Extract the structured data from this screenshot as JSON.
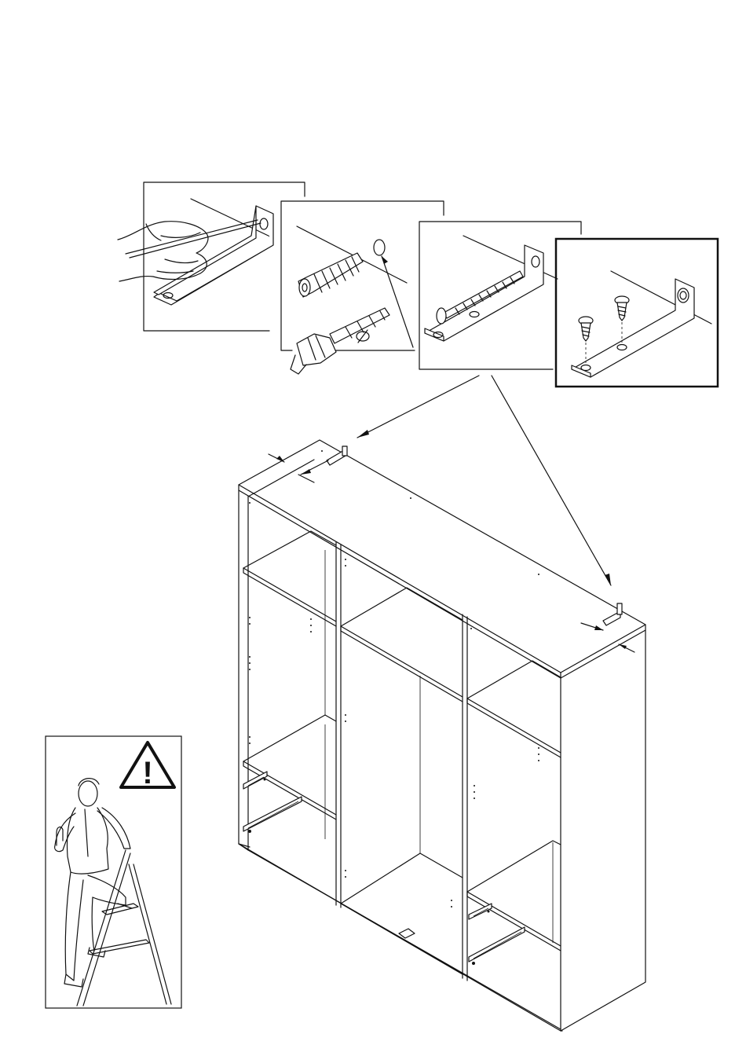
{
  "page": {
    "background": "#ffffff",
    "line_color": "#111111"
  },
  "steps": [
    {
      "name": "mark-drill-position",
      "icon": "pencil-mark-icon"
    },
    {
      "name": "drill-and-insert-wall-plug",
      "icon": "drill-bit-icon"
    },
    {
      "name": "screw-bracket-to-wall",
      "icon": "wall-screw-icon"
    },
    {
      "name": "screw-bracket-to-top-panel",
      "icon": "wood-screw-icon"
    }
  ],
  "warning": {
    "symbol": "!",
    "icon": "warning-triangle-icon"
  },
  "illustration": {
    "main": "three-section-wardrobe-carcass-icon",
    "figure": "person-on-step-ladder-icon"
  }
}
